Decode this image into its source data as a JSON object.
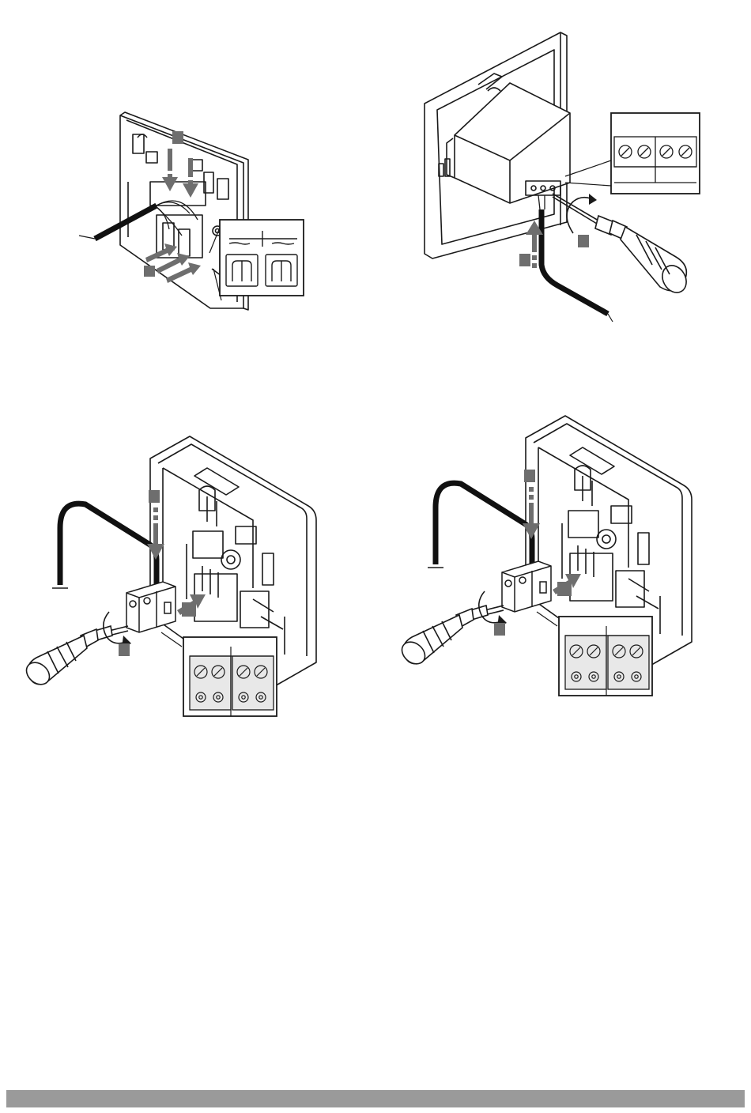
{
  "page": {
    "background": "#ffffff"
  },
  "colors": {
    "line": "#1a1a1a",
    "arrow": "#6e6e6e",
    "marker": "#6e6e6e",
    "cable": "#111111",
    "inset_fill": "#ffffff",
    "terminal_fill": "#e8e8e8",
    "footer_bar": "#9a9a9a"
  },
  "panels": [
    {
      "id": "panel-1",
      "icons": [
        "thermostat-backplate-icon",
        "wire-bundle-icon",
        "connector-detail-inset-icon"
      ]
    },
    {
      "id": "panel-2",
      "icons": [
        "flush-mount-box-icon",
        "screwdriver-icon",
        "terminal-screw-inset-icon"
      ]
    },
    {
      "id": "panel-3",
      "icons": [
        "thermostat-backplate-icon",
        "screwdriver-icon",
        "terminal-block-inset-icon"
      ]
    },
    {
      "id": "panel-4",
      "icons": [
        "thermostat-backplate-icon",
        "screwdriver-icon",
        "terminal-block-inset-icon"
      ]
    }
  ]
}
